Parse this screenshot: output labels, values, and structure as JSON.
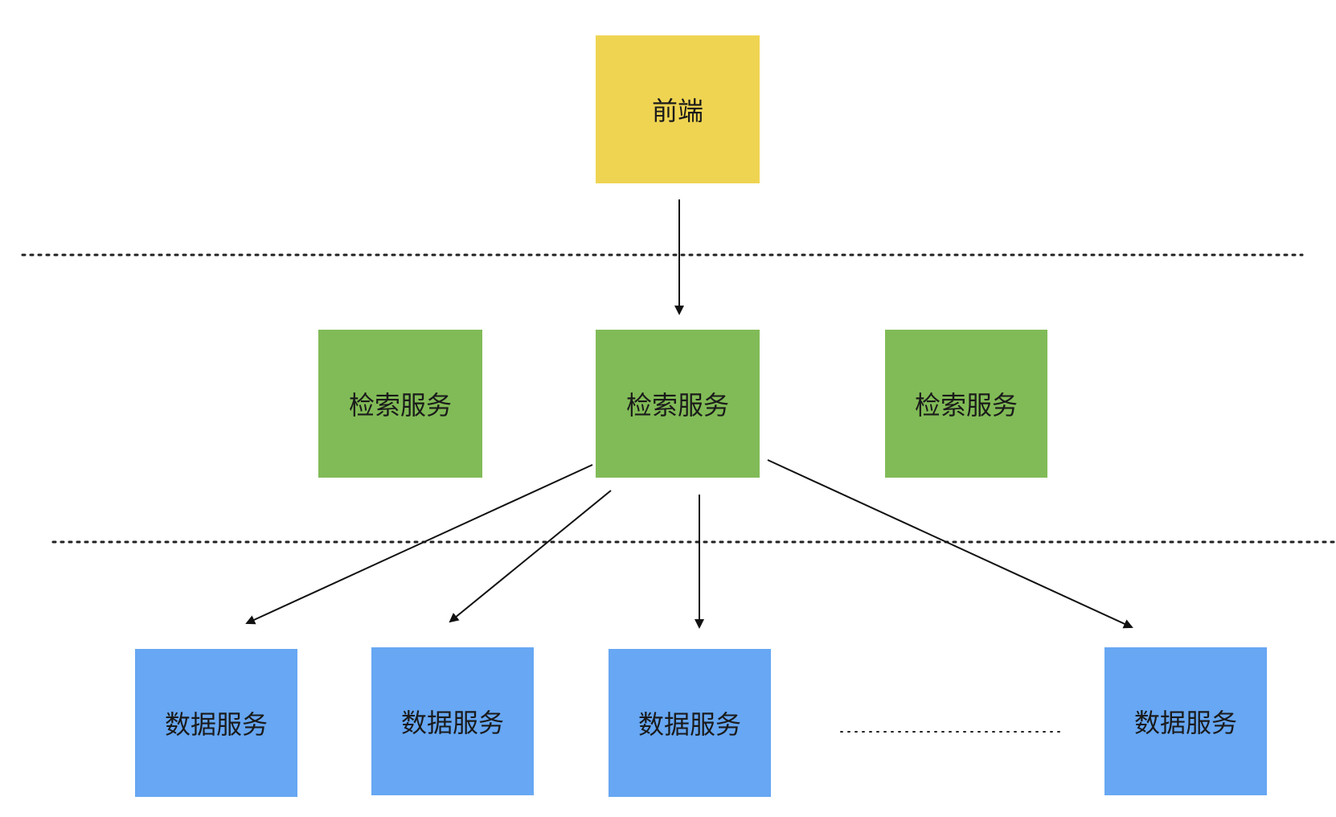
{
  "frontend": {
    "label": "前端"
  },
  "search_services": [
    {
      "label": "检索服务"
    },
    {
      "label": "检索服务"
    },
    {
      "label": "检索服务"
    }
  ],
  "data_services": [
    {
      "label": "数据服务"
    },
    {
      "label": "数据服务"
    },
    {
      "label": "数据服务"
    },
    {
      "label": "数据服务"
    }
  ],
  "colors": {
    "frontend": "#efd452",
    "search": "#81bb57",
    "data": "#67a7f3",
    "line": "#111111",
    "divider": "#222222"
  }
}
